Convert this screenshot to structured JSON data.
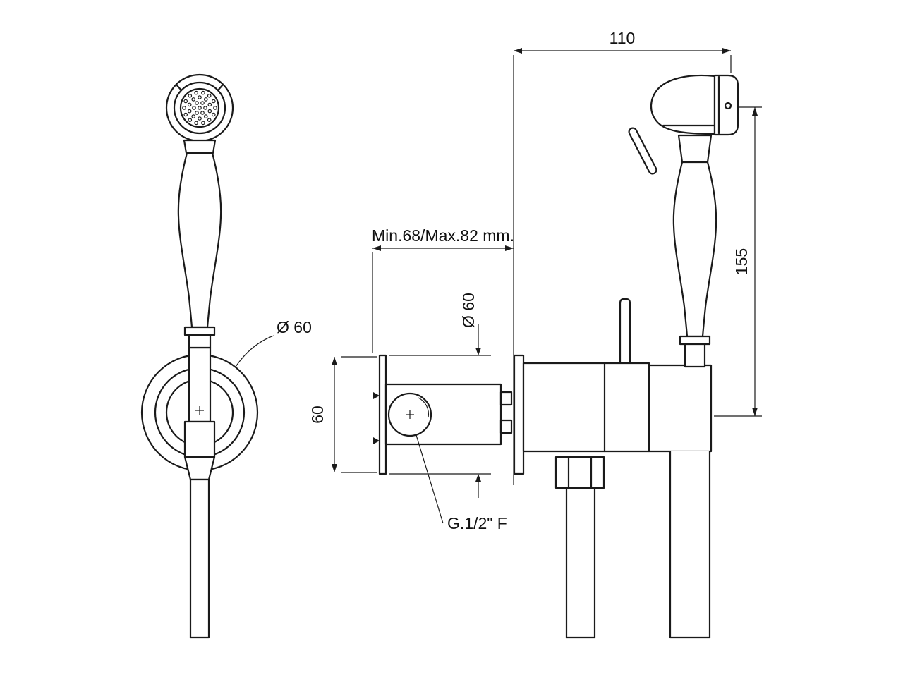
{
  "page": {
    "background": "#ffffff",
    "line_color": "#1a1a1a"
  },
  "drawing": {
    "labels": {
      "dim_width": "110",
      "dim_height": "155",
      "dim_escutcheon_height": "60",
      "dim_escutcheon_diameter_front": "Ø 60",
      "dim_escutcheon_diameter_side": "Ø 60",
      "dim_wall_depth": "Min.68/Max.82 mm.",
      "thread": "G.1/2\" F"
    }
  }
}
